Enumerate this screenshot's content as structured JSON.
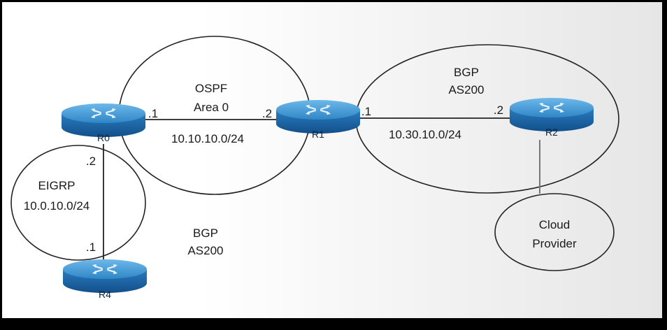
{
  "colors": {
    "router_top": "#3c97d6",
    "router_side": "#1a62a3",
    "line": "#222222",
    "background": "#ffffff"
  },
  "routers": {
    "r0": "R0",
    "r1": "R1",
    "r2": "R2",
    "r4": "R4"
  },
  "areas": {
    "ospf": {
      "name": "OSPF",
      "sub": "Area 0",
      "network": "10.10.10.0/24"
    },
    "bgp_right": {
      "name": "BGP",
      "sub": "AS200",
      "network": "10.30.10.0/24"
    },
    "eigrp": {
      "name": "EIGRP",
      "network": "10.0.10.0/24"
    },
    "bgp_left": {
      "name": "BGP",
      "sub": "AS200"
    },
    "cloud": {
      "line1": "Cloud",
      "line2": "Provider"
    }
  },
  "interfaces": {
    "r0_r1_r0side": ".1",
    "r0_r1_r1side": ".2",
    "r1_r2_r1side": ".1",
    "r1_r2_r2side": ".2",
    "r0_r4_r0side": ".2",
    "r0_r4_r4side": ".1"
  }
}
